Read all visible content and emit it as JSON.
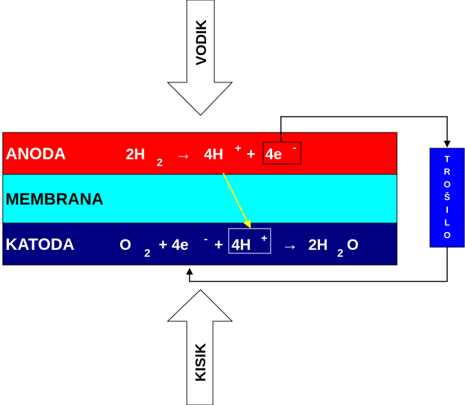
{
  "inputs": {
    "top_gas": "VODIK",
    "bottom_gas": "KISIK"
  },
  "layers": {
    "anode": {
      "name": "ANODA",
      "coef": "2H",
      "sub": "2",
      "arrow": "→",
      "product": "4H",
      "product_sup": "+",
      "plus": "+",
      "electrons": "4e",
      "electrons_sup": "-",
      "color": "#ff0000"
    },
    "membrane": {
      "name": "MEMBRANA",
      "color": "#00ffff"
    },
    "cathode": {
      "name": "KATODA",
      "o": "O",
      "o_sub": "2",
      "plus1": "+ 4e",
      "e_sup": "-",
      "plus2": "+",
      "proton": "4H",
      "proton_sup": "+",
      "arrow": "→",
      "water_h": "2H",
      "water_sub": "2",
      "water_o": "O",
      "color": "#000080"
    }
  },
  "load": {
    "letters": [
      "T",
      "R",
      "O",
      "Š",
      "I",
      "L",
      "O"
    ],
    "color": "#0000ff"
  },
  "colors": {
    "proton_path": "#ffff00",
    "circuit": "#000000"
  }
}
